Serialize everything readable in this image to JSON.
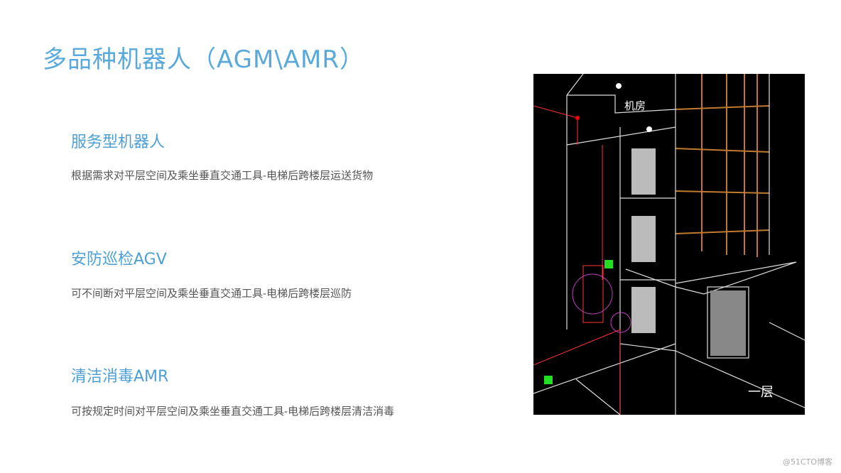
{
  "slide": {
    "title": "多品种机器人（AGM\\AMR）",
    "sections": [
      {
        "heading": "服务型机器人",
        "text": "根据需求对平层空间及乘坐垂直交通工具-电梯后跨楼层运送货物"
      },
      {
        "heading": "安防巡检AGV",
        "text": "可不间断对平层空间及乘坐垂直交通工具-电梯后跨楼层巡防"
      },
      {
        "heading": "清洁消毒AMR",
        "text": "可按规定时间对平层空间及乘坐垂直交通工具-电梯后跨楼层清洁消毒"
      }
    ],
    "figure": {
      "label_machine_room": "机房",
      "label_floor": "一层"
    },
    "watermark": "@51CTO博客"
  },
  "colors": {
    "title": "#5aa9dc",
    "heading": "#4e9fd6",
    "body": "#555555",
    "figure_bg": "#000000",
    "grid": "#c07a30"
  }
}
